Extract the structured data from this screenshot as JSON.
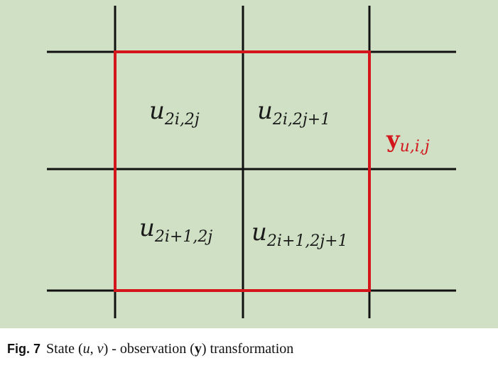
{
  "diagram": {
    "cells": [
      {
        "main": "u",
        "sub": "2i,2j"
      },
      {
        "main": "u",
        "sub": "2i,2j+1"
      },
      {
        "main": "u",
        "sub": "2i+1,2j"
      },
      {
        "main": "u",
        "sub": "2i+1,2j+1"
      }
    ],
    "observation": {
      "main": "y",
      "sub": "u,i,j"
    },
    "colors": {
      "background": "#cfe0c4",
      "grid": "#111111",
      "observation_box": "#d3161c"
    }
  },
  "caption": {
    "fig_label": "Fig. 7",
    "text_1": "State (",
    "var_u": "u",
    "text_2": ", ",
    "var_v": "v",
    "text_3": ") - observation (",
    "var_y": "y",
    "text_4": ") transformation"
  }
}
